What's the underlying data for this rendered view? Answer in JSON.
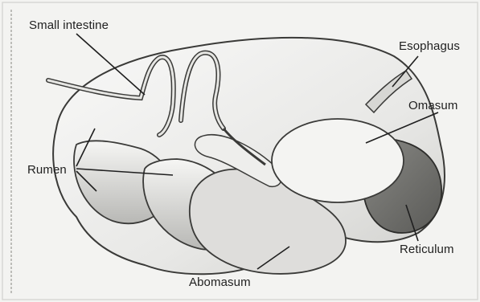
{
  "diagram": {
    "labels": {
      "small_intestine": "Small intestine",
      "esophagus": "Esophagus",
      "omasum": "Omasum",
      "rumen": "Rumen",
      "reticulum": "Reticulum",
      "abomasum": "Abomasum"
    }
  }
}
